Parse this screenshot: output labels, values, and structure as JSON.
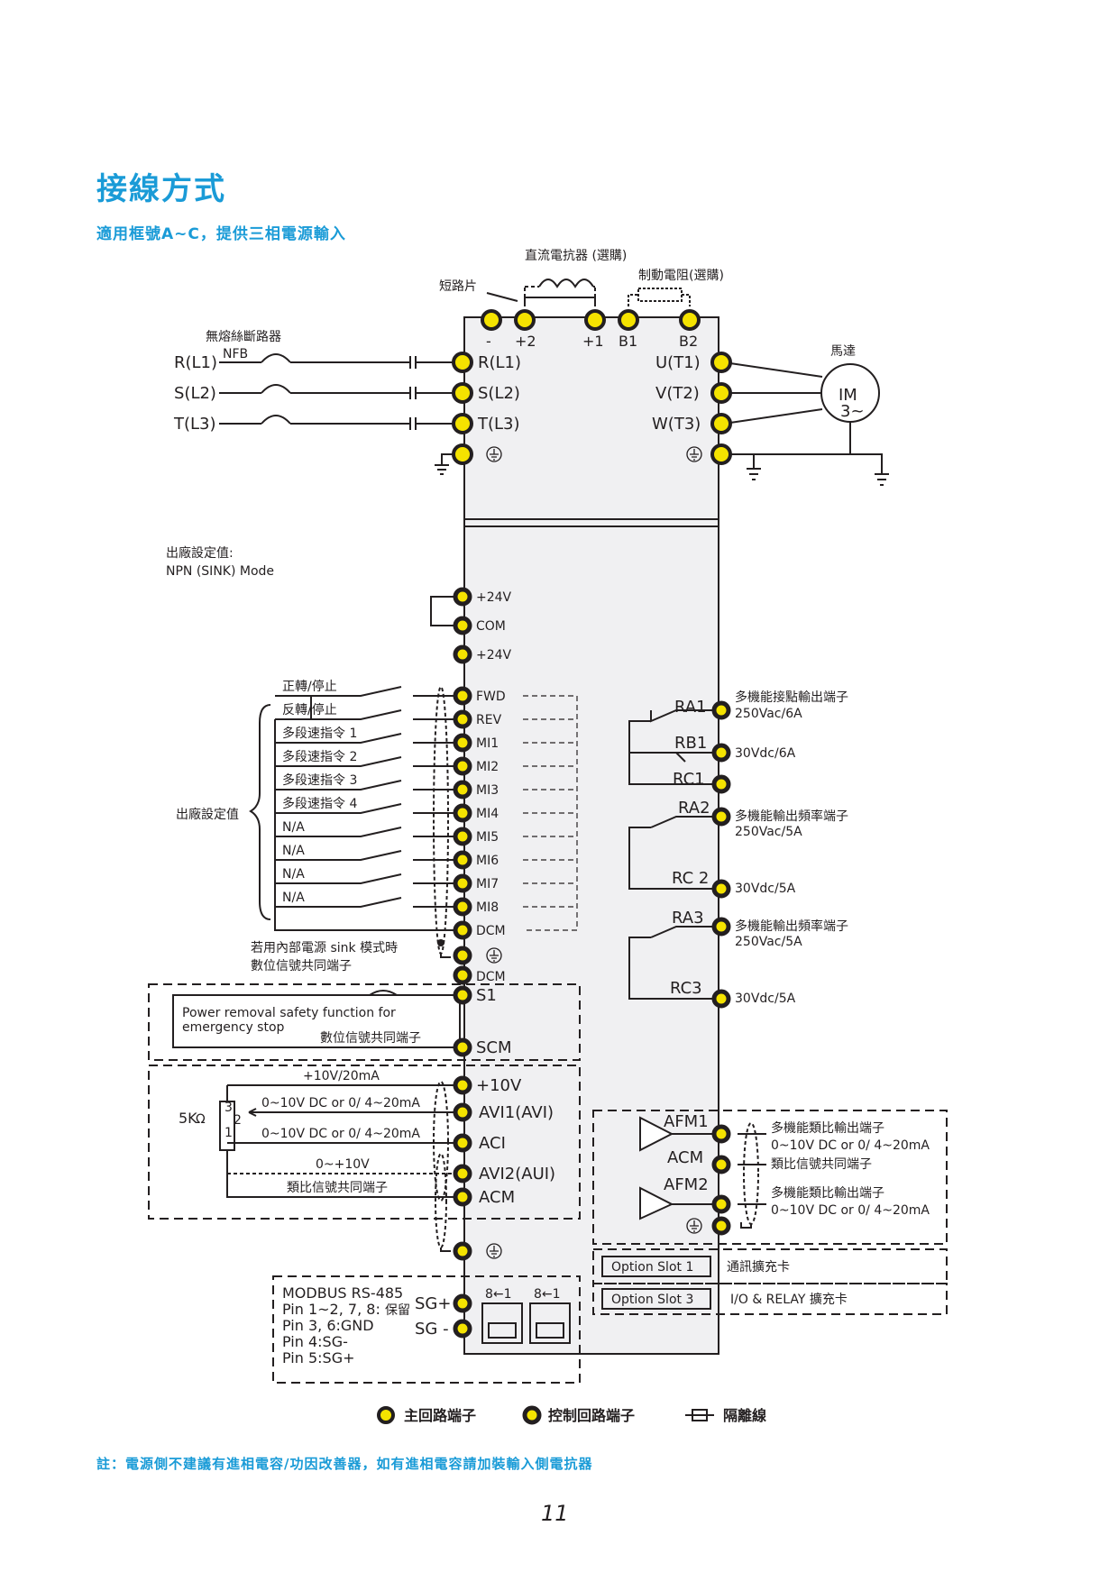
{
  "title": "接線方式",
  "subtitle": "適用框號A~C，提供三相電源輸入",
  "note": "註：電源側不建議有進相電容/功因改善器，如有進相電容請加裝輸入側電抗器",
  "page_number": "11",
  "colors": {
    "accent": "#1a9bd7",
    "terminal_fill": "#f5e300",
    "panel_fill": "#f0f0f2",
    "line": "#231f20"
  },
  "top": {
    "dc_reactor": "直流電抗器 (選購)",
    "brake_resistor": "制動電阻(選購)",
    "jumper": "短路片",
    "nfb_title": "無熔絲斷路器",
    "nfb": "NFB",
    "inputs": [
      "R(L1)",
      "S(L2)",
      "T(L3)"
    ],
    "dc_terms": [
      "-",
      "+2",
      "+1",
      "B1",
      "B2"
    ],
    "drive_inputs": [
      "R(L1)",
      "S(L2)",
      "T(L3)"
    ],
    "outputs": [
      "U(T1)",
      "V(T2)",
      "W(T3)"
    ],
    "motor_title": "馬達",
    "motor_line1": "IM",
    "motor_line2": "3~"
  },
  "control": {
    "factory_setting": "出廠設定值:",
    "mode": "NPN (SINK) Mode",
    "power_terms": [
      "+24V",
      "COM",
      "+24V"
    ],
    "input_labels": [
      "正轉/停止",
      "反轉/停止",
      "多段速指令 1",
      "多段速指令 2",
      "多段速指令 3",
      "多段速指令 4",
      "N/A",
      "N/A",
      "N/A",
      "N/A"
    ],
    "input_terms": [
      "FWD",
      "REV",
      "MI1",
      "MI2",
      "MI3",
      "MI4",
      "MI5",
      "MI6",
      "MI7",
      "MI8",
      "DCM"
    ],
    "factory_default": "出廠設定值",
    "sink_note_1": "若用內部電源 sink 模式時",
    "sink_note_2": "數位信號共同端子",
    "dcm2": "DCM",
    "s1": "S1",
    "scm": "SCM",
    "safety_1": "Power removal safety function for",
    "safety_2": "emergency stop",
    "safety_common": "數位信號共同端子",
    "analog_terms": [
      "+10V",
      "AVI1(AVI)",
      "ACI",
      "AVI2(AUI)",
      "ACM"
    ],
    "analog_labels": [
      "+10V/20mA",
      "0~10V DC or 0/ 4~20mA",
      "0~10V DC or 0/ 4~20mA",
      "0~+10V",
      "類比信號共同端子"
    ],
    "pot": "5K",
    "pot_pins": [
      "3",
      "2",
      "1"
    ],
    "modbus": [
      "MODBUS RS-485",
      "Pin 1~2, 7, 8:",
      "保留",
      "Pin 3, 6:GND",
      "Pin 4:SG-",
      "Pin 5:SG+"
    ],
    "sg_terms": [
      "SG+",
      "SG -"
    ],
    "rj45_label": "8←1"
  },
  "relays": {
    "terms": [
      "RA1",
      "RB1",
      "RC1",
      "RA2",
      "RC 2",
      "RA3",
      "RC3"
    ],
    "desc": [
      "多機能接點輸出端子",
      "250Vac/6A",
      "30Vdc/6A",
      "多機能輸出頻率端子",
      "250Vac/5A",
      "30Vdc/5A",
      "多機能輸出頻率端子",
      "250Vac/5A",
      "30Vdc/5A"
    ]
  },
  "analog_out": {
    "terms": [
      "AFM1",
      "ACM",
      "AFM2"
    ],
    "desc": [
      "多機能類比輸出端子",
      "0~10V DC or 0/ 4~20mA",
      "類比信號共同端子",
      "多機能類比輸出端子",
      "0~10V DC or 0/ 4~20mA"
    ]
  },
  "slots": [
    {
      "name": "Option Slot 1",
      "desc": "通訊擴充卡"
    },
    {
      "name": "Option Slot 3",
      "desc": "I/O & RELAY 擴充卡"
    }
  ],
  "legend": [
    "主回路端子",
    "控制回路端子",
    "隔離線"
  ]
}
